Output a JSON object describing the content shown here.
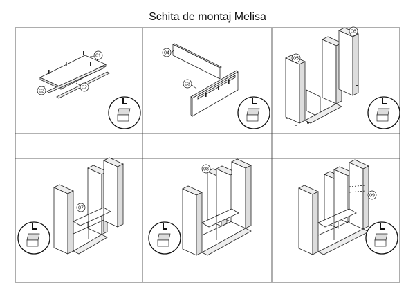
{
  "title": "Schita de montaj Melisa",
  "steps": [
    {
      "labels": [
        "01",
        "02",
        "02"
      ]
    },
    {
      "labels": [
        "04",
        "03"
      ]
    },
    {
      "labels": [
        "05",
        "06"
      ]
    },
    {
      "labels": [
        "07"
      ]
    },
    {
      "labels": [
        "08"
      ]
    },
    {
      "labels": [
        "09"
      ]
    }
  ],
  "detail_icon": "hinge-detail-icon"
}
